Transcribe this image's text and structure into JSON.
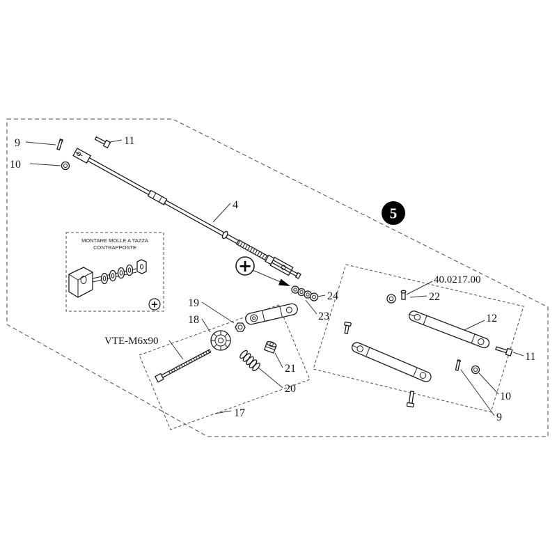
{
  "drawing": {
    "badge": "5",
    "kit_number": "40.0217.00",
    "screw_spec": "VTE-M6x90",
    "inset": {
      "line1": "MONTARE MOLLE A TAZZA",
      "line2": "CONTRAPPOSTE",
      "marker": "+"
    },
    "crosshair_marker": "+",
    "callouts": {
      "c9_left": "9",
      "c10_left": "10",
      "c11_left": "11",
      "c4": "4",
      "c19": "19",
      "c18": "18",
      "c24": "24",
      "c23": "23",
      "c22": "22",
      "c12": "12",
      "c11_right": "11",
      "c10_right": "10",
      "c9_right": "9",
      "c21": "21",
      "c20": "20",
      "c17": "17"
    },
    "colors": {
      "background": "#ffffff",
      "line": "#1a1a1a",
      "badge_bg": "#000000",
      "badge_text": "#ffffff"
    }
  }
}
